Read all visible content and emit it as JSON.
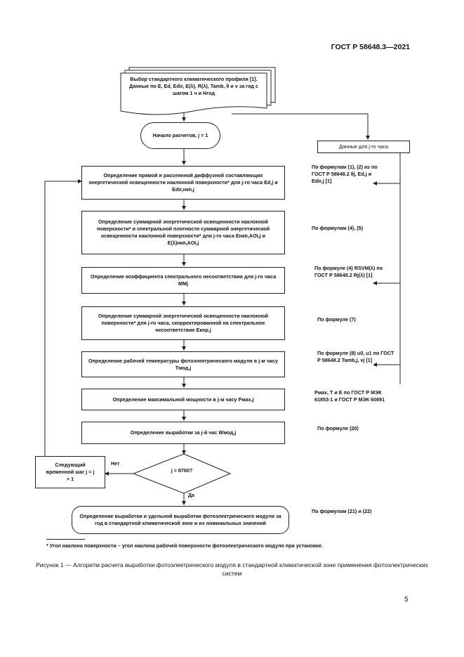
{
  "header": {
    "doc_id": "ГОСТ Р 58648.3—2021"
  },
  "flow": {
    "input_profile": "Выбор стандартного климатического профиля [1]. Данные по E, Ed, Edir, E(λ), R(λ), Tamb, θ и v за год с шагом 1 ч и Hгод",
    "start": "Начало расчетов, j = 1",
    "hourly_data": "Данные для j-го часа",
    "step1": "Определение прямой и рассеянной диффузной составляющих энергетической освещенности наклонной поверхности* для j-го часа Ed,j и Edir,нкп,j",
    "step2": "Определение суммарной энергетической освещенности наклонной поверхности* и спектральной плотности суммарной энергетической освещенности наклонной поверхности* для j-го часа Eнкп,AOI,j и E(λ)нкп,AOI,j",
    "step3": "Определение коэффициента спектрального несоответствия для j-го часа MMj",
    "step4": "Определение суммарной энергетической освещенности наклонной поверхности* для j-го часа, скорректированной на спектральное несоответствие Eкор,j",
    "step5": "Определение рабочей температуры фотоэлектрического модуля в j-м часу Tмод,j",
    "step6": "Определение максимальной мощности в j-м часу Pмах,j",
    "step7": "Определение выработки за j-й час Wмод,j",
    "decision": "j = 8760?",
    "decision_no": "Нет",
    "decision_yes": "Да",
    "next_step": "Следующий временной шаг j = j + 1",
    "final": "Определение выработки и удельной выработки фотоэлектрического модуля за год в стандартной климатической зоне и их номинальных значений"
  },
  "notes": {
    "n1": "По формулам (1), (2) as по ГОСТ Р 58648.2 θj, Ed,j и Edir,j [1]",
    "n2": "По формулам (4), (5)",
    "n3": "По формуле (4) RSVM(λ) по ГОСТ Р 58648.2 Rj(λ) [1]",
    "n4": "По формуле (7)",
    "n5": "По формуле (8) u0, u1 по ГОСТ Р 58648.2 Tamb,j, vj [1]",
    "n6": "Pмах, T и E по ГОСТ Р МЭК 61853-1 и ГОСТ Р МЭК 60891",
    "n7": "По формуле (20)",
    "n8": "По формулам (21) и (22)"
  },
  "footnote": "* Угол наклона поверхности – угол наклона рабочей поверхности фотоэлектрического модуля при установке.",
  "caption": "Рисунок 1 — Алгоритм расчета выработки фотоэлектрического модуля в стандартной климатической зоне применения фотоэлектрических систем",
  "page_number": "5"
}
